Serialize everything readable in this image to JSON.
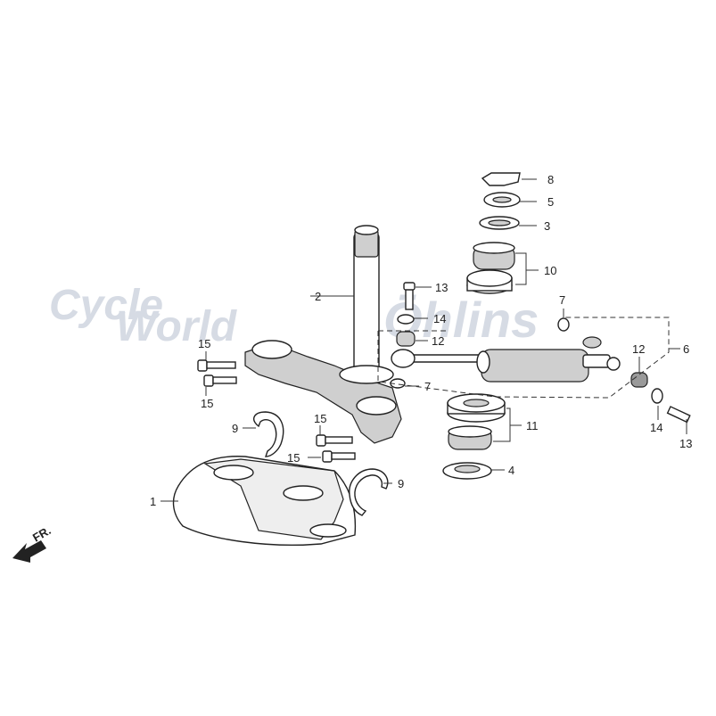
{
  "watermark": {
    "left_line1": "Cycle",
    "left_line2": "World",
    "right_line1": "Öhlins"
  },
  "direction_label": "FR.",
  "callouts": {
    "c1": "1",
    "c2": "2",
    "c3": "3",
    "c4": "4",
    "c5": "5",
    "c6": "6",
    "c7a": "7",
    "c7b": "7",
    "c8": "8",
    "c9a": "9",
    "c9b": "9",
    "c10": "10",
    "c11": "11",
    "c12a": "12",
    "c12b": "12",
    "c13a": "13",
    "c13b": "13",
    "c14a": "14",
    "c14b": "14",
    "c15a": "15",
    "c15b": "15",
    "c15c": "15",
    "c15d": "15"
  },
  "icons": [
    "front-direction-arrow-icon"
  ],
  "colors": {
    "line": "#222222",
    "watermark": "#d6dbe4",
    "part_shade": "#cfcfcf"
  }
}
